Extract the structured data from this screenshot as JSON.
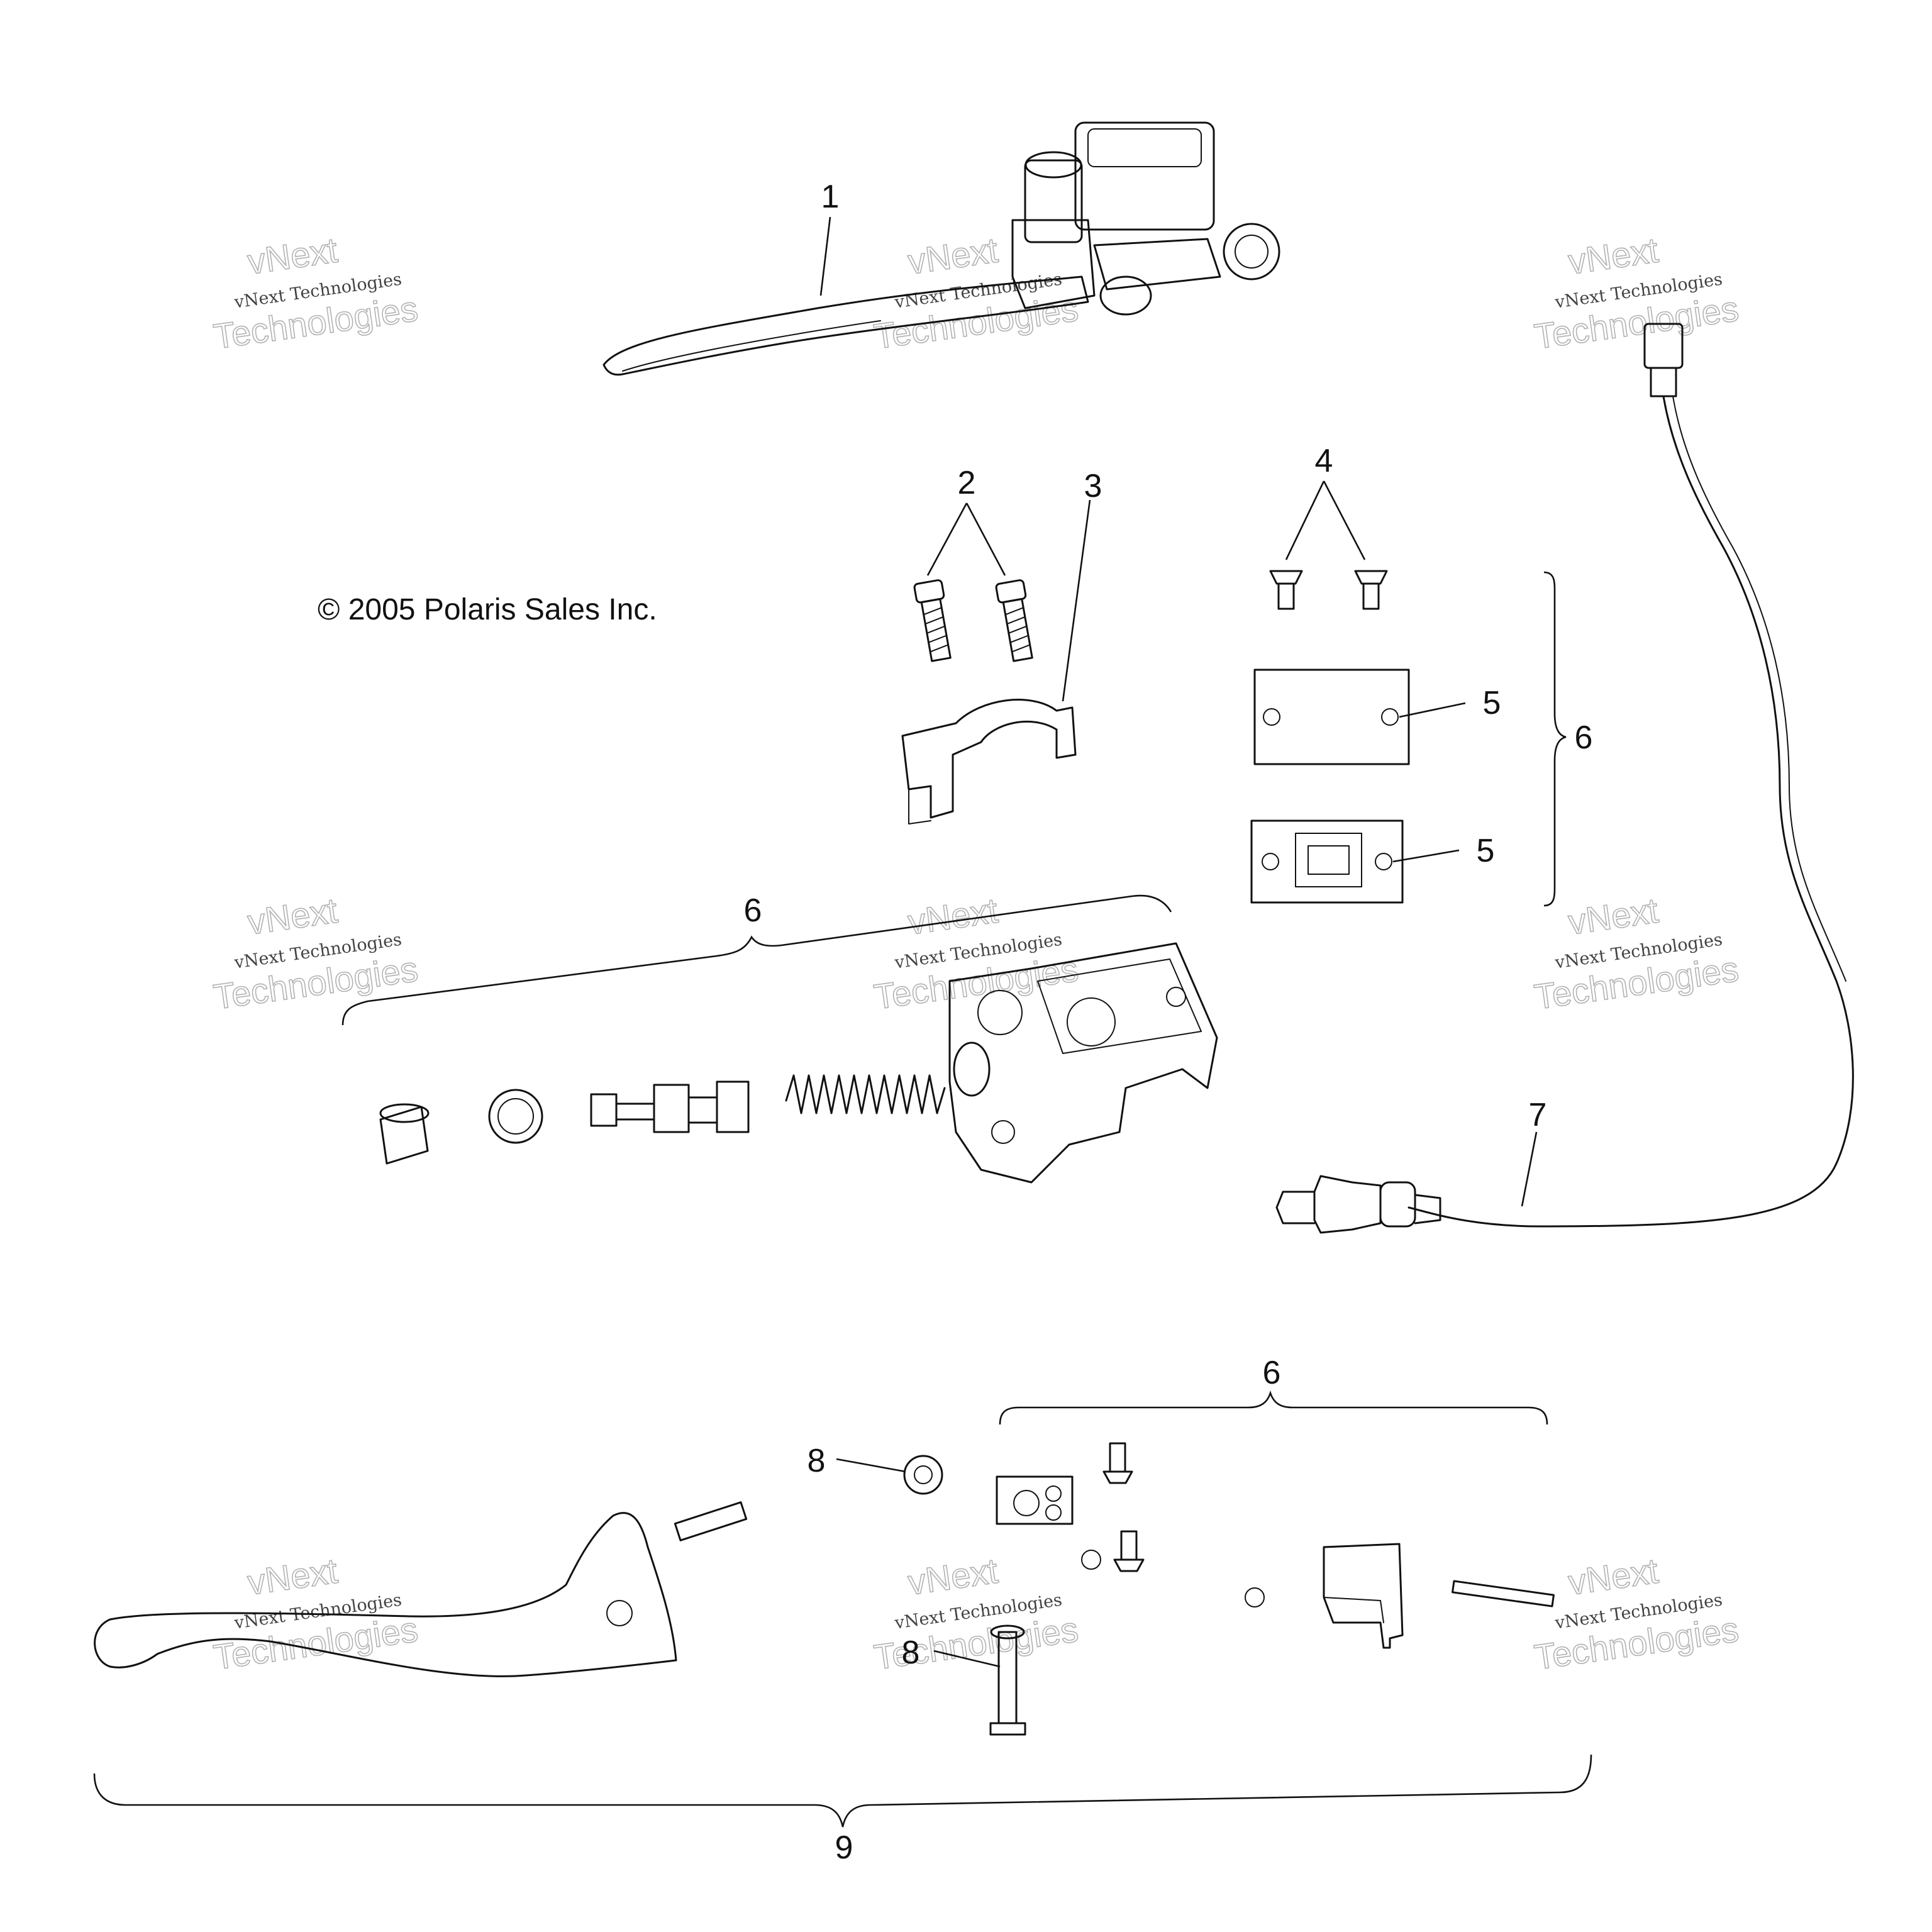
{
  "copyright": "© 2005 Polaris Sales Inc.",
  "watermark": {
    "line_small": "vNext Technologies",
    "top_word": "vNext",
    "bottom_word": "Technologies"
  },
  "callouts": {
    "c1": "1",
    "c2": "2",
    "c3": "3",
    "c4": "4",
    "c5a": "5",
    "c5b": "5",
    "c6_right": "6",
    "c6_middle": "6",
    "c6_bottom": "6",
    "c7": "7",
    "c8_washer": "8",
    "c8_pin": "8",
    "c9": "9"
  }
}
